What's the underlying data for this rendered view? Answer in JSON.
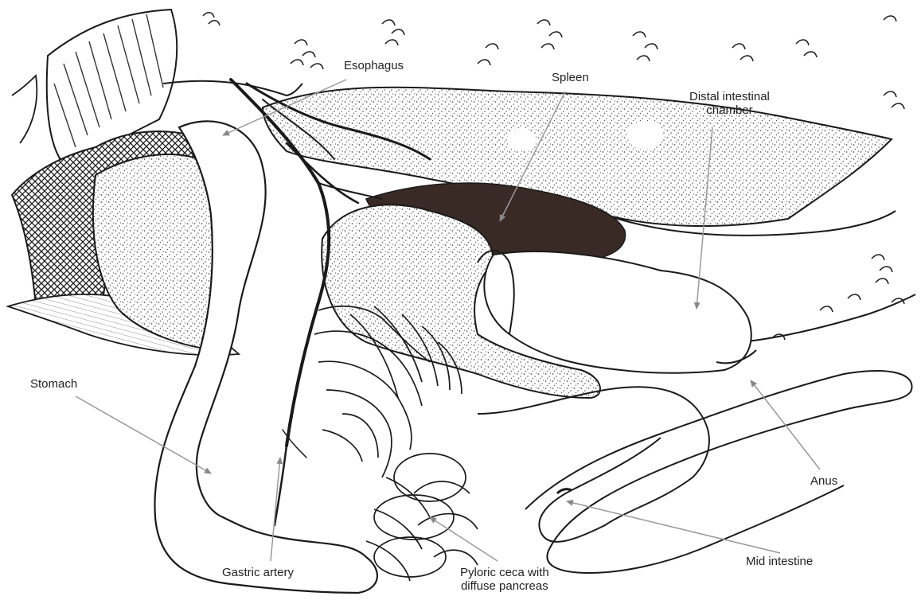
{
  "labels": {
    "esophagus": "Esophagus",
    "spleen": "Spleen",
    "distal_line1": "Distal intestinal",
    "distal_line2": "chamber",
    "stomach": "Stomach",
    "anus": "Anus",
    "gastric_artery": "Gastric artery",
    "pyloric_line1": "Pyloric ceca with",
    "pyloric_line2": "diffuse pancreas",
    "mid_intestine": "Mid intestine"
  },
  "colors": {
    "ink": "#1a1a1a",
    "spleen_fill": "#3a2a26",
    "arrow": "#9a9a9a",
    "stipple": "#555555"
  }
}
